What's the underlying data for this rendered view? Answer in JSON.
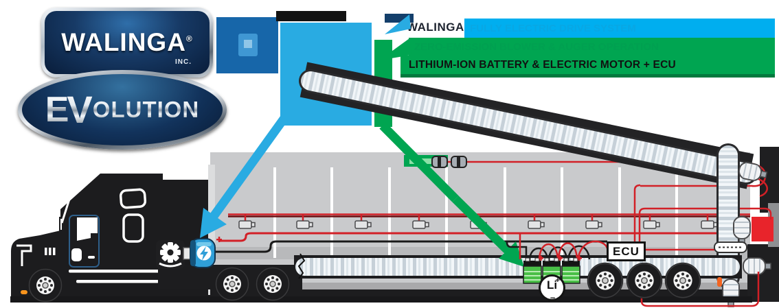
{
  "brand": {
    "walinga": "WALINGA",
    "registered": "®",
    "inc": "INC.",
    "evolution": {
      "e": "E",
      "v": "V",
      "rest": "OLUTION"
    }
  },
  "headings": {
    "line1_prefix": "WALINGA",
    "line1_highlight": "FULLY ELECTRIC DRIVE SYSTEM",
    "line2_highlight": "ZERO-EMISSION BLOWER & AUGER OPERATION",
    "line3_on_green": "LITHIUM-ION BATTERY & ELECTRIC MOTOR + ECU"
  },
  "diagram_labels": {
    "ecu": "ECU",
    "lithium_symbol": "Li",
    "lithium_plus": "+",
    "lithium_minus": "–"
  },
  "colors": {
    "highlight_cyan": "#00aeef",
    "arrow_cyan": "#29abe2",
    "green": "#00a551",
    "light_green": "#8ce0a8",
    "battery_green": "#49bf47",
    "wire_red": "#d22027",
    "red_box": "#e8242b",
    "navy": "#16355f",
    "blue_icon_bg": "#1766a9",
    "truck_black": "#1c1c1e",
    "trailer_gray": "#c9cacc"
  }
}
